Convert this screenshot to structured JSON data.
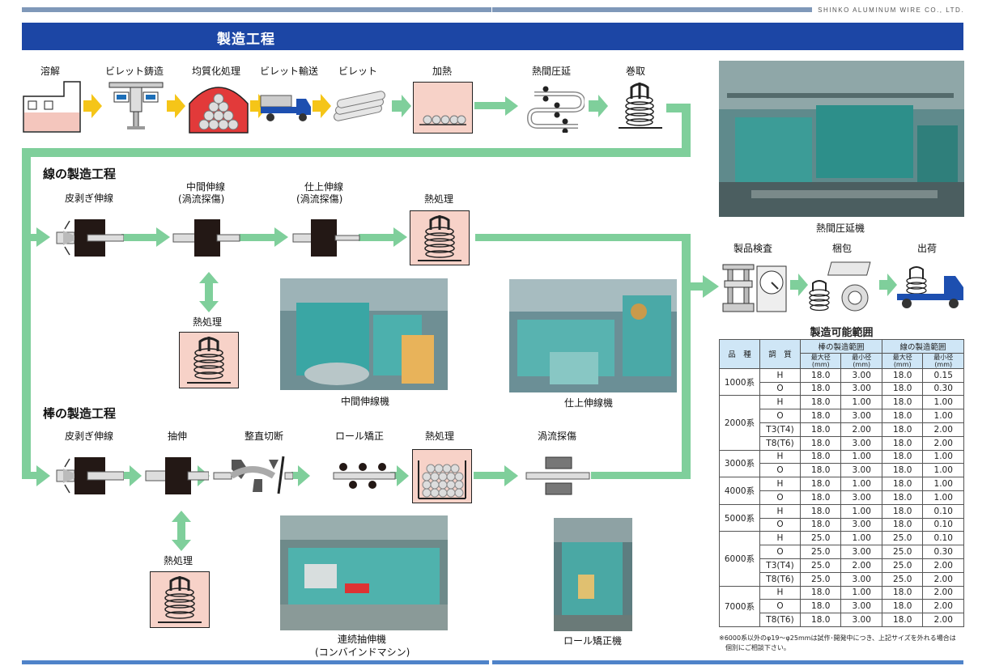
{
  "company": "SHINKO ALUMINUM WIRE CO., LTD.",
  "banner_title": "製造工程",
  "top_flow": {
    "labels": [
      "溶解",
      "ビレット鋳造",
      "均質化処理",
      "ビレット輸送",
      "ビレット",
      "加熱",
      "熱間圧延",
      "巻取"
    ]
  },
  "wire": {
    "title": "線の製造工程",
    "steps": [
      "皮剥ぎ伸線",
      "中間伸線",
      "(渦流探傷)",
      "仕上伸線",
      "(渦流探傷)",
      "熱処理"
    ],
    "side_heat": "熱処理",
    "photo_captions": [
      "中間伸線機",
      "仕上伸線機"
    ]
  },
  "rod": {
    "title": "棒の製造工程",
    "steps": [
      "皮剥ぎ伸線",
      "抽伸",
      "整直切断",
      "ロール矯正",
      "熱処理",
      "渦流探傷"
    ],
    "side_heat": "熱処理",
    "photo_captions": [
      "連続抽伸機",
      "(コンバインドマシン)",
      "ロール矯正機"
    ]
  },
  "right_flow": {
    "photo_caption": "熱間圧延機",
    "labels": [
      "製品検査",
      "梱包",
      "出荷"
    ]
  },
  "table": {
    "title": "製造可能範囲",
    "head": {
      "grade": "品　種",
      "temper": "調　質",
      "rod_range": "棒の製造範囲",
      "wire_range": "線の製造範囲",
      "max": "最大径",
      "min": "最小径",
      "unit": "(mm)"
    },
    "groups": [
      {
        "name": "1000系",
        "rows": [
          [
            "H",
            "18.0",
            "3.00",
            "18.0",
            "0.15"
          ],
          [
            "O",
            "18.0",
            "3.00",
            "18.0",
            "0.30"
          ]
        ]
      },
      {
        "name": "2000系",
        "rows": [
          [
            "H",
            "18.0",
            "1.00",
            "18.0",
            "1.00"
          ],
          [
            "O",
            "18.0",
            "3.00",
            "18.0",
            "1.00"
          ],
          [
            "T3(T4)",
            "18.0",
            "2.00",
            "18.0",
            "2.00"
          ],
          [
            "T8(T6)",
            "18.0",
            "3.00",
            "18.0",
            "2.00"
          ]
        ]
      },
      {
        "name": "3000系",
        "rows": [
          [
            "H",
            "18.0",
            "1.00",
            "18.0",
            "1.00"
          ],
          [
            "O",
            "18.0",
            "3.00",
            "18.0",
            "1.00"
          ]
        ]
      },
      {
        "name": "4000系",
        "rows": [
          [
            "H",
            "18.0",
            "1.00",
            "18.0",
            "1.00"
          ],
          [
            "O",
            "18.0",
            "3.00",
            "18.0",
            "1.00"
          ]
        ]
      },
      {
        "name": "5000系",
        "rows": [
          [
            "H",
            "18.0",
            "1.00",
            "18.0",
            "0.10"
          ],
          [
            "O",
            "18.0",
            "3.00",
            "18.0",
            "0.10"
          ]
        ]
      },
      {
        "name": "6000系",
        "rows": [
          [
            "H",
            "25.0",
            "1.00",
            "25.0",
            "0.10"
          ],
          [
            "O",
            "25.0",
            "3.00",
            "25.0",
            "0.30"
          ],
          [
            "T3(T4)",
            "25.0",
            "2.00",
            "25.0",
            "2.00"
          ],
          [
            "T8(T6)",
            "25.0",
            "3.00",
            "25.0",
            "2.00"
          ]
        ]
      },
      {
        "name": "7000系",
        "rows": [
          [
            "H",
            "18.0",
            "1.00",
            "18.0",
            "2.00"
          ],
          [
            "O",
            "18.0",
            "3.00",
            "18.0",
            "2.00"
          ],
          [
            "T8(T6)",
            "18.0",
            "3.00",
            "18.0",
            "2.00"
          ]
        ]
      }
    ],
    "note_line1": "※6000系以外のφ19～φ25mmは試作･開発中につき、上記サイズを外れる場合は",
    "note_line2": "個別にご相談下さい。"
  },
  "colors": {
    "banner": "#1c46a5",
    "flow_arrow": "#7fcf9b",
    "yellow_arrow": "#f5c518",
    "heat_box": "#f7d2c8"
  }
}
